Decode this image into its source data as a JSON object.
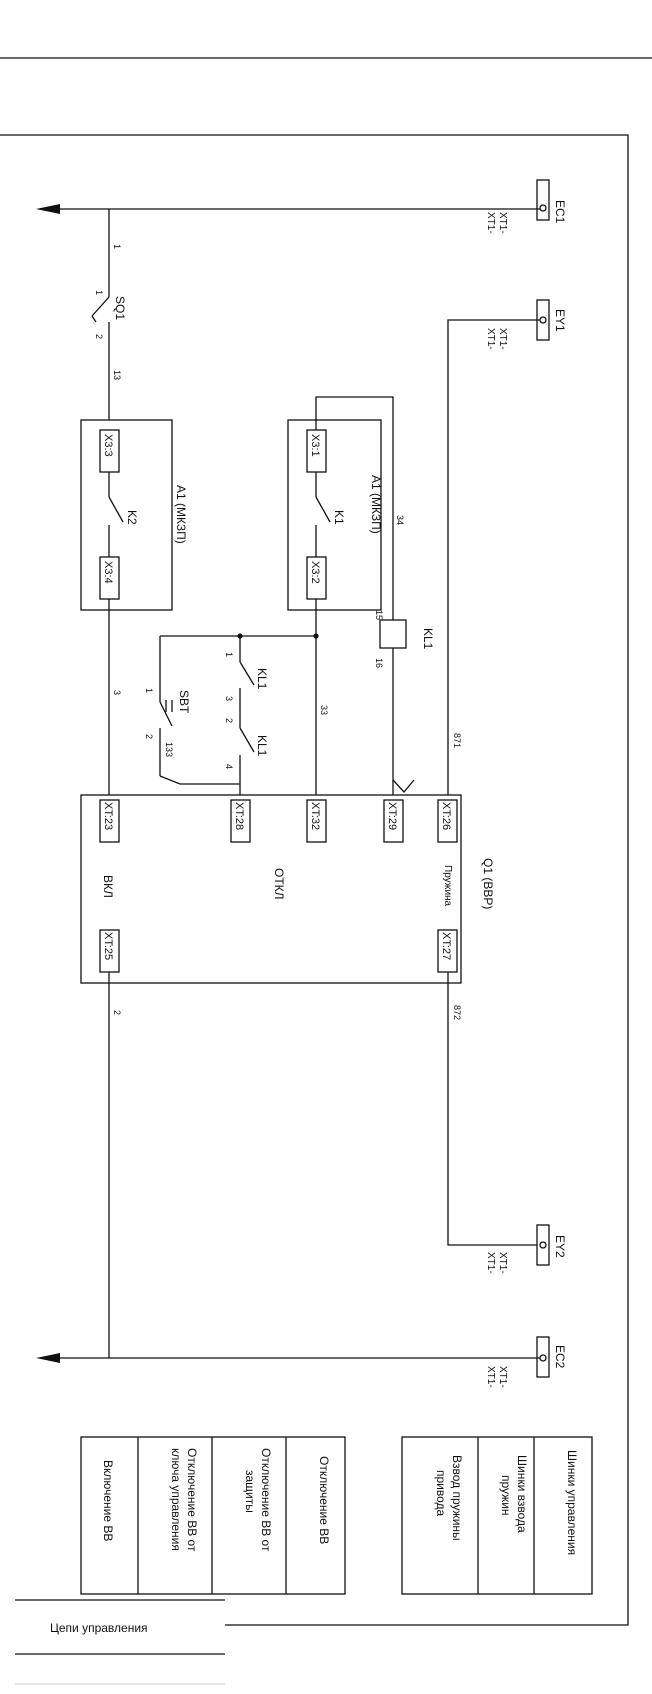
{
  "terminals": {
    "ec1": "EC1",
    "ey1": "EY1",
    "ey2": "EY2",
    "ec2": "EC2",
    "xt1": "XT1-"
  },
  "wires": {
    "w1": "1",
    "w13": "13",
    "w3": "3",
    "w2": "2",
    "w33": "33",
    "w34": "34",
    "w16": "16",
    "w15": "15",
    "w133": "133",
    "w871": "871",
    "w872": "872"
  },
  "switch_sq1": {
    "label": "SQ1",
    "pin1": "1",
    "pin2": "2"
  },
  "block_a1_k2": {
    "label": "A1 (МКЗП)",
    "relay": "K2",
    "pin_in": "X3:3",
    "pin_out": "X3:4"
  },
  "block_a1_k1": {
    "label": "A1 (МКЗП)",
    "relay": "K1",
    "pin_in": "X3:1",
    "pin_out": "X3:2"
  },
  "relay_kl1_coil": {
    "label": "KL1",
    "pin_a": "15",
    "pin_b": "16"
  },
  "contact_kl1_a": {
    "label": "KL1",
    "pin_a": "1",
    "pin_b": "3"
  },
  "contact_kl1_b": {
    "label": "KL1",
    "pin_a": "2",
    "pin_b": "4"
  },
  "button_sbt": {
    "label": "SBT",
    "pin_a": "1",
    "pin_b": "2"
  },
  "breaker_q1": {
    "label": "Q1 (ВВР)",
    "spring": "Пружина",
    "off": "ОТКЛ",
    "on": "ВКЛ",
    "pins": [
      "XT:23",
      "XT:28",
      "XT:32",
      "XT:29",
      "XT:26",
      "XT:25",
      "XT:27"
    ]
  },
  "legend_left": [
    "Включение ВВ",
    "Отключение ВВ от ключа управления",
    "Отключение ВВ от защиты",
    "Отключение ВВ"
  ],
  "legend_right": [
    "Взвод пружины привода",
    "Шинки взвода пружин",
    "Шинки управления"
  ],
  "title_block": {
    "title": "Цепи управления"
  }
}
